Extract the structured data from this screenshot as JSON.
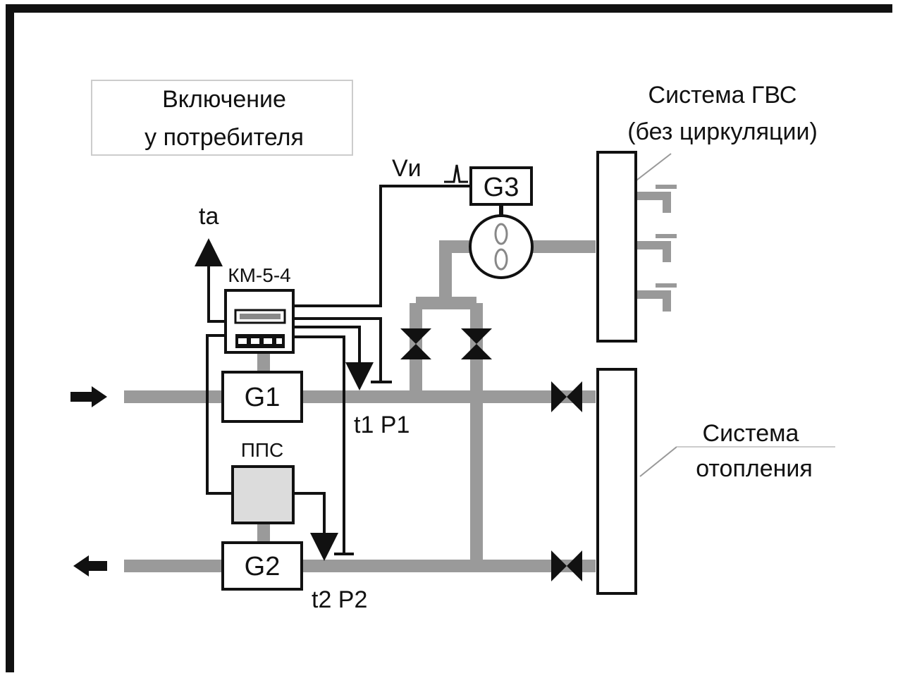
{
  "title_box": {
    "line1": "Включение",
    "line2": "у потребителя"
  },
  "dhw": {
    "line1": "Система ГВС",
    "line2": "(без  циркуляции)"
  },
  "heating": {
    "line1": "Система",
    "line2": "отопления"
  },
  "devices": {
    "calculator": "КМ-5-4",
    "flow1": "G1",
    "flow2": "G2",
    "flow3": "G3",
    "converter": "ППС"
  },
  "signals": {
    "ta": "ta",
    "vi": "Vи",
    "t1p1": "t1 P1",
    "t2p2": "t2 P2"
  }
}
